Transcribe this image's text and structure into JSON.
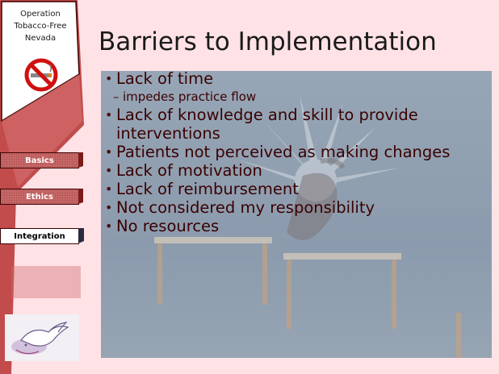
{
  "sidebar": {
    "logo_lines": [
      "Operation",
      "Tobacco-Free",
      "Nevada"
    ],
    "nav": [
      {
        "label": "Basics",
        "active": false
      },
      {
        "label": "Ethics",
        "active": false
      },
      {
        "label": "Integration",
        "active": true
      }
    ],
    "icons": [
      "no-smoking-icon",
      "dove-logo-icon"
    ]
  },
  "slide": {
    "title": "Barriers to Implementation",
    "bullets": [
      {
        "text": "Lack of time",
        "level": 1
      },
      {
        "text": "impedes practice flow",
        "level": 2
      },
      {
        "text": "Lack of knowledge and skill to provide interventions",
        "level": 1
      },
      {
        "text": "Patients not perceived as making changes",
        "level": 1
      },
      {
        "text": "Lack of motivation",
        "level": 1
      },
      {
        "text": "Lack of reimbursement",
        "level": 1
      },
      {
        "text": "Not considered my responsibility",
        "level": 1
      },
      {
        "text": "No resources",
        "level": 1
      }
    ]
  },
  "colors": {
    "background": "#ffe2e6",
    "sidebar": "#c04c4c",
    "text": "#3a0000",
    "title": "#1a1a1a"
  }
}
